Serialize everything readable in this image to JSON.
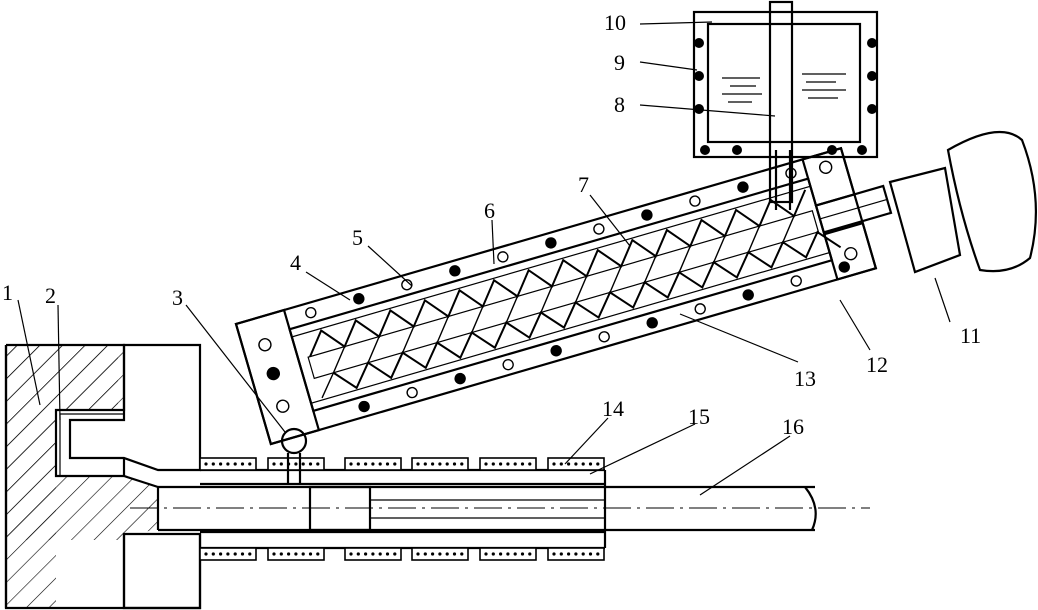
{
  "diagram": {
    "labels": [
      {
        "id": "part-1",
        "text": "1"
      },
      {
        "id": "part-2",
        "text": "2"
      },
      {
        "id": "part-3",
        "text": "3"
      },
      {
        "id": "part-4",
        "text": "4"
      },
      {
        "id": "part-5",
        "text": "5"
      },
      {
        "id": "part-6",
        "text": "6"
      },
      {
        "id": "part-7",
        "text": "7"
      },
      {
        "id": "part-8",
        "text": "8"
      },
      {
        "id": "part-9",
        "text": "9"
      },
      {
        "id": "part-10",
        "text": "10"
      },
      {
        "id": "part-11",
        "text": "11"
      },
      {
        "id": "part-12",
        "text": "12"
      },
      {
        "id": "part-13",
        "text": "13"
      },
      {
        "id": "part-14",
        "text": "14"
      },
      {
        "id": "part-15",
        "text": "15"
      },
      {
        "id": "part-16",
        "text": "16"
      }
    ]
  },
  "colors": {
    "ink": "#000000",
    "background": "#ffffff"
  }
}
